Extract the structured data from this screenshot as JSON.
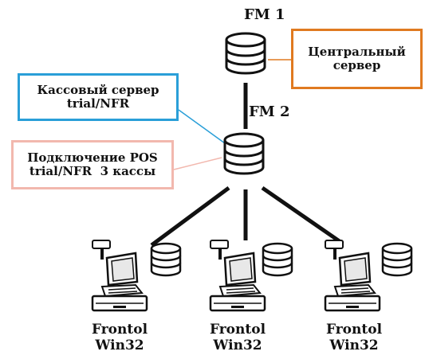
{
  "fm1_label": "FM 1",
  "fm2_label": "FM 2",
  "central_server": {
    "line1": "Центральный",
    "line2": "сервер",
    "border_color": "#e07a20"
  },
  "cash_server": {
    "line1": "Кассовый сервер",
    "line2": "trial/NFR",
    "border_color": "#2a9fd8"
  },
  "pos_connection": {
    "line1": "Подключение POS",
    "line2": "trial/NFR  3 кассы",
    "border_color": "#f2b8ae"
  },
  "terminals": [
    {
      "line1": "Frontol",
      "line2": "Win32"
    },
    {
      "line1": "Frontol",
      "line2": "Win32"
    },
    {
      "line1": "Frontol",
      "line2": "Win32"
    }
  ]
}
